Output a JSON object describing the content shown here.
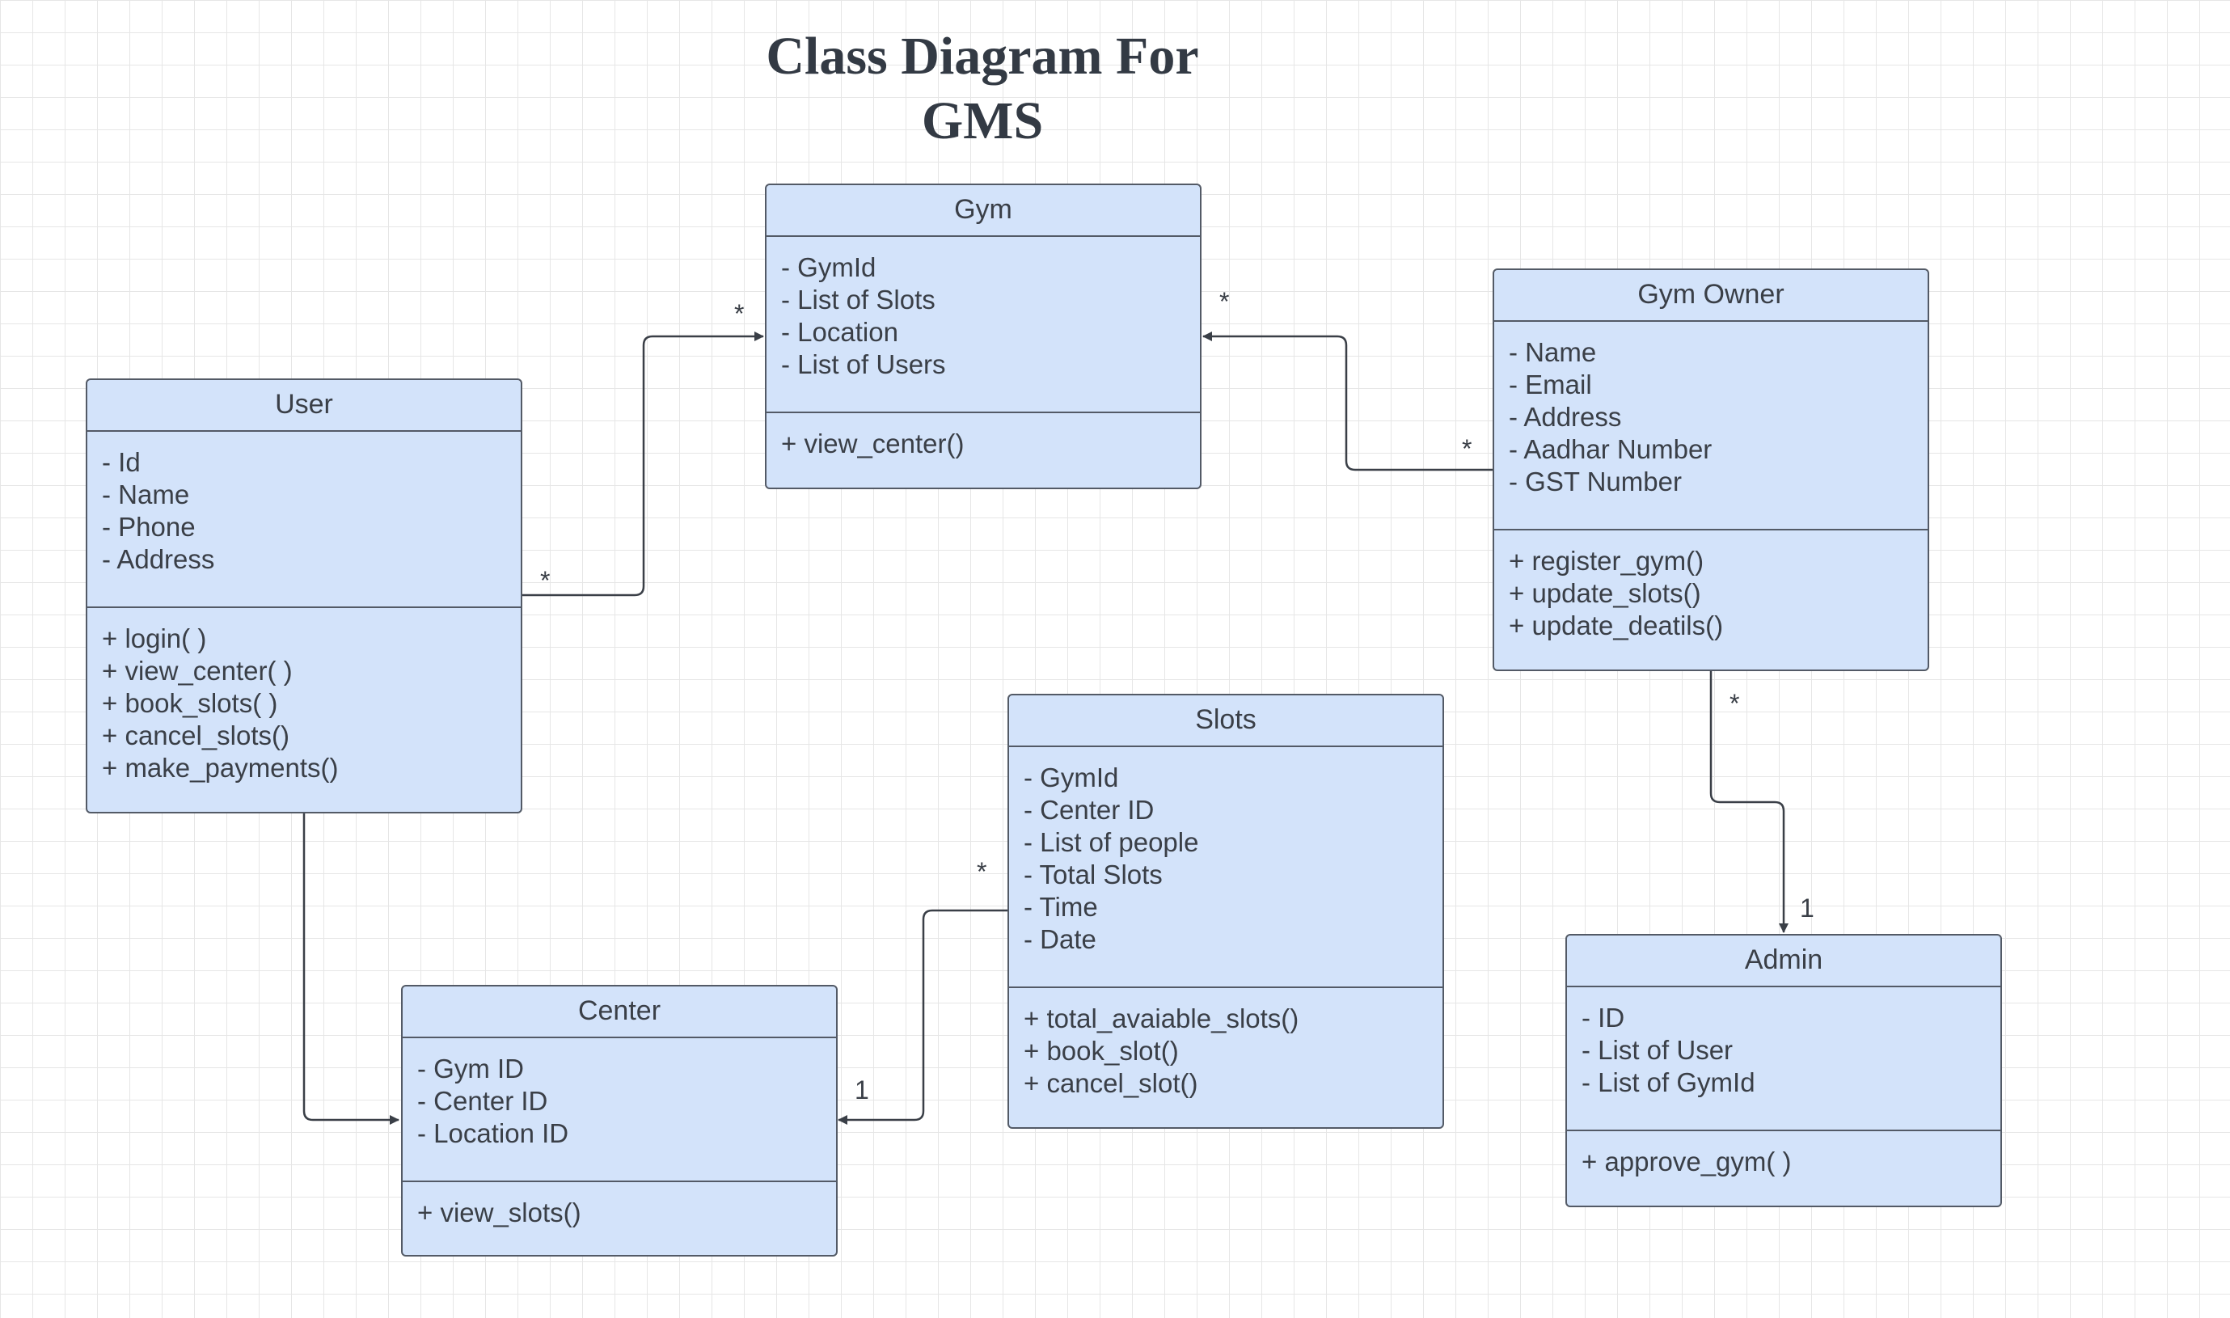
{
  "diagram": {
    "title_lines": [
      "Class Diagram For",
      "GMS"
    ],
    "classes": {
      "gym": {
        "name": "Gym",
        "attributes": [
          "- GymId",
          "- List of Slots",
          "- Location",
          "- List of Users"
        ],
        "operations": [
          "+ view_center()"
        ]
      },
      "user": {
        "name": "User",
        "attributes": [
          "- Id",
          "- Name",
          "- Phone",
          "- Address"
        ],
        "operations": [
          "+ login( )",
          "+ view_center( )",
          "+ book_slots( )",
          "+ cancel_slots()",
          "+ make_payments()"
        ]
      },
      "gym_owner": {
        "name": "Gym Owner",
        "attributes": [
          "- Name",
          "- Email",
          "- Address",
          "- Aadhar Number",
          "- GST Number"
        ],
        "operations": [
          "+ register_gym()",
          "+ update_slots()",
          "+ update_deatils()"
        ]
      },
      "slots": {
        "name": "Slots",
        "attributes": [
          "- GymId",
          "- Center ID",
          "- List of people",
          "- Total Slots",
          "- Time",
          "- Date"
        ],
        "operations": [
          "+ total_avaiable_slots()",
          "+ book_slot()",
          "+ cancel_slot()"
        ]
      },
      "center": {
        "name": "Center",
        "attributes": [
          "- Gym ID",
          "- Center ID",
          "- Location ID"
        ],
        "operations": [
          "+ view_slots()"
        ]
      },
      "admin": {
        "name": "Admin",
        "attributes": [
          "- ID",
          "- List of User",
          "- List of GymId"
        ],
        "operations": [
          "+ approve_gym( )"
        ]
      }
    },
    "multiplicities": {
      "user_gym_at_user": "*",
      "user_gym_at_gym": "*",
      "owner_gym_at_gym": "*",
      "owner_gym_at_owner": "*",
      "owner_admin_at_owner": "*",
      "owner_admin_at_admin": "1",
      "slots_center_at_slots": "*",
      "slots_center_at_center": "1"
    }
  }
}
